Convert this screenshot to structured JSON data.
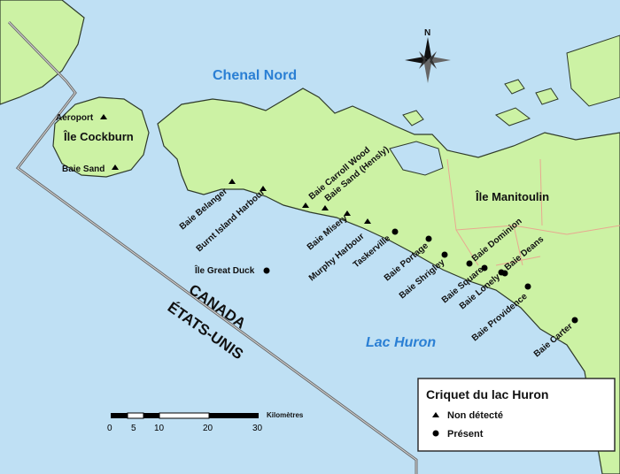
{
  "map": {
    "colors": {
      "water": "#bfe0f4",
      "land": "#ccf2a4",
      "coast": "#2e3a2a",
      "border": "#6a6a6a",
      "roads": "#e8a890",
      "water_label": "#2a7fd4"
    },
    "water_labels": {
      "north_channel": "Chenal Nord",
      "lake_huron": "Lac Huron"
    },
    "island_labels": {
      "cockburn": "Île Cockburn",
      "manitoulin": "Île Manitoulin"
    },
    "border_labels": {
      "canada": "CANADA",
      "usa": "ÉTATS-UNIS"
    },
    "north_arrow_label": "N",
    "sites": [
      {
        "name": "Aéroport",
        "status": "not_detected"
      },
      {
        "name": "Baie Sand",
        "status": "not_detected"
      },
      {
        "name": "Baie Belanger",
        "status": "not_detected"
      },
      {
        "name": "Burnt Island Harbour",
        "status": "not_detected"
      },
      {
        "name": "Baie Carroll Wood",
        "status": "not_detected"
      },
      {
        "name": "Baie Sand (Hensly)",
        "status": "not_detected"
      },
      {
        "name": "Baie Misery",
        "status": "not_detected"
      },
      {
        "name": "Murphy Harbour",
        "status": "not_detected"
      },
      {
        "name": "Île Great Duck",
        "status": "present"
      },
      {
        "name": "Taskerville",
        "status": "present"
      },
      {
        "name": "Baie Portage",
        "status": "present"
      },
      {
        "name": "Baie Shrigley",
        "status": "present"
      },
      {
        "name": "Baie Square",
        "status": "present"
      },
      {
        "name": "Baie Dominion",
        "status": "present"
      },
      {
        "name": "Baie Lonely",
        "status": "present"
      },
      {
        "name": "Baie Deans",
        "status": "present"
      },
      {
        "name": "Baie Providence",
        "status": "present"
      },
      {
        "name": "Baie Carter",
        "status": "present"
      }
    ],
    "scale_bar": {
      "unit": "Kilomètres",
      "ticks": [
        "0",
        "5",
        "10",
        "20",
        "30"
      ]
    },
    "legend": {
      "title": "Criquet du lac Huron",
      "items": [
        {
          "symbol": "triangle",
          "label": "Non détecté"
        },
        {
          "symbol": "circle",
          "label": "Présent"
        }
      ]
    }
  }
}
